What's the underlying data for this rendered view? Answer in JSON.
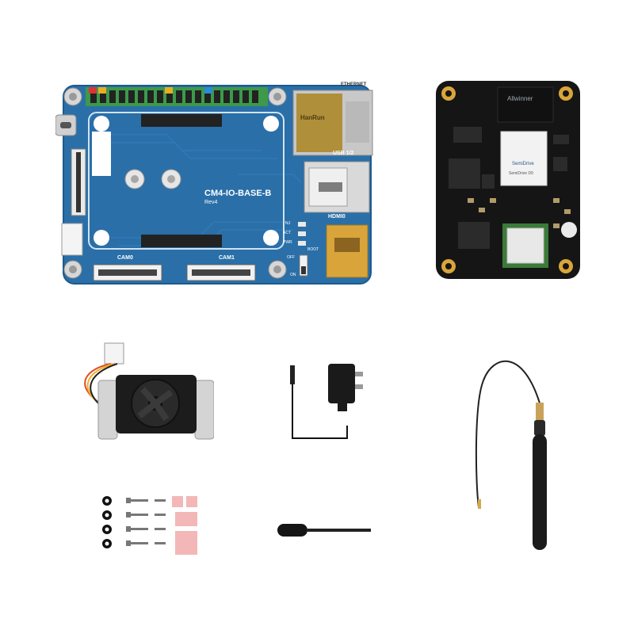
{
  "base_board": {
    "title": "CM4-IO-BASE-B",
    "rev": "Rev4",
    "ethernet_label": "ETHERNET",
    "usb_label": "USB 1/2",
    "hdmi_label": "HDMI0",
    "cam0_label": "CAM0",
    "cam1_label": "CAM1",
    "led_labels": [
      "NJ",
      "ACT",
      "PWR"
    ],
    "boot_label": "BOOT",
    "off_label": "OFF",
    "on_label": "ON",
    "hanrun_label": "HanRun"
  },
  "compute_module": {
    "soc_brand": "Allwinner",
    "chip_brand": "SemiDrive",
    "chip_model": "SemiDrive D9"
  },
  "colors": {
    "board_blue": "#2a6fa8",
    "board_edge": "#1d5a8e",
    "module_black": "#151515",
    "header_green": "#3c9a4a",
    "metal": "#c9c9c9",
    "gold": "#d9a53a"
  }
}
